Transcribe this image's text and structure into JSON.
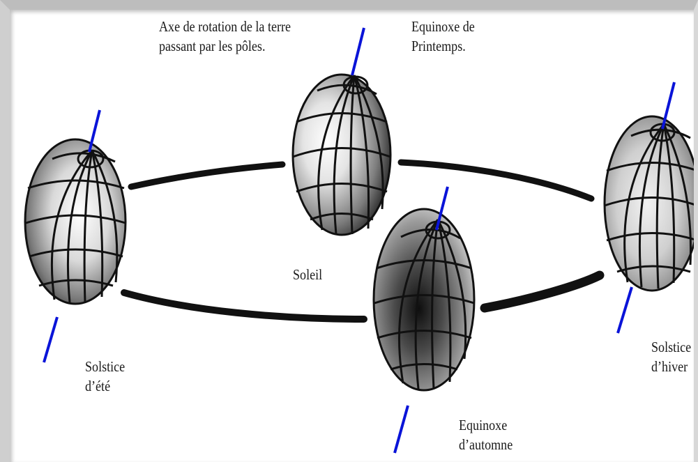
{
  "labels": {
    "axis_line1": "Axe de rotation de la terre",
    "axis_line2": "passant par les pôles.",
    "spring_line1": "Equinoxe de",
    "spring_line2": "Printemps.",
    "sun": "Soleil",
    "summer_line1": "Solstice",
    "summer_line2": "d’été",
    "autumn_line1": "Equinoxe",
    "autumn_line2": "d’automne",
    "winter_line1": "Solstice",
    "winter_line2": "d’hiver"
  },
  "colors": {
    "axis": "#0a14d8",
    "orbit": "#111111",
    "grid": "#111111"
  }
}
